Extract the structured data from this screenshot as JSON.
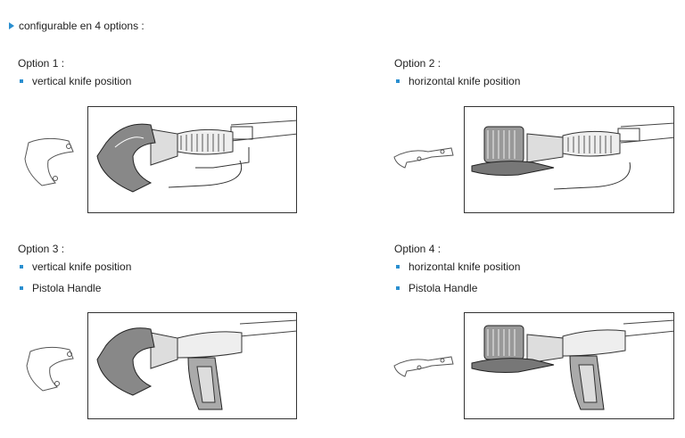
{
  "heading": "configurable en 4 options :",
  "options": [
    {
      "title": "Option 1 :",
      "bullets": [
        "vertical knife position"
      ]
    },
    {
      "title": "Option 2 :",
      "bullets": [
        "horizontal knife position"
      ]
    },
    {
      "title": "Option 3 :",
      "bullets": [
        "vertical knife position",
        "Pistola Handle"
      ]
    },
    {
      "title": "Option 4 :",
      "bullets": [
        "horizontal knife position",
        "Pistola Handle"
      ]
    }
  ],
  "colors": {
    "accent": "#2a8fd0",
    "line": "#333333"
  }
}
